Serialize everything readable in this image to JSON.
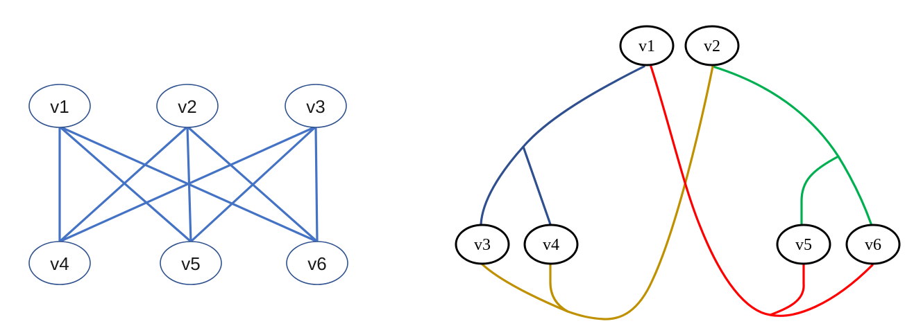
{
  "colors": {
    "left_edge": "#4472c4",
    "left_node_outline": "#2f528f",
    "right_node_outline": "#000000",
    "path_v1_v3_v4": "#2f4f8f",
    "path_v2_v5_v6": "#00b050",
    "path_v2_v3_v4": "#bf9000",
    "path_v1_v5_v6": "#ff0000"
  },
  "left_graph": {
    "nodes": [
      {
        "id": "v1",
        "label": "v1"
      },
      {
        "id": "v2",
        "label": "v2"
      },
      {
        "id": "v3",
        "label": "v3"
      },
      {
        "id": "v4",
        "label": "v4"
      },
      {
        "id": "v5",
        "label": "v5"
      },
      {
        "id": "v6",
        "label": "v6"
      }
    ],
    "edges": [
      [
        "v1",
        "v4"
      ],
      [
        "v1",
        "v5"
      ],
      [
        "v1",
        "v6"
      ],
      [
        "v2",
        "v4"
      ],
      [
        "v2",
        "v5"
      ],
      [
        "v2",
        "v6"
      ],
      [
        "v3",
        "v4"
      ],
      [
        "v3",
        "v5"
      ],
      [
        "v3",
        "v6"
      ]
    ]
  },
  "right_graph": {
    "nodes": [
      {
        "id": "v1",
        "label": "v1"
      },
      {
        "id": "v2",
        "label": "v2"
      },
      {
        "id": "v3",
        "label": "v3"
      },
      {
        "id": "v4",
        "label": "v4"
      },
      {
        "id": "v5",
        "label": "v5"
      },
      {
        "id": "v6",
        "label": "v6"
      }
    ],
    "trees": [
      {
        "root": "v1",
        "leaves": [
          "v3",
          "v4"
        ],
        "color": "#2f4f8f"
      },
      {
        "root": "v2",
        "leaves": [
          "v5",
          "v6"
        ],
        "color": "#00b050"
      },
      {
        "root": "v2",
        "leaves": [
          "v3",
          "v4"
        ],
        "color": "#bf9000"
      },
      {
        "root": "v1",
        "leaves": [
          "v5",
          "v6"
        ],
        "color": "#ff0000"
      }
    ]
  }
}
